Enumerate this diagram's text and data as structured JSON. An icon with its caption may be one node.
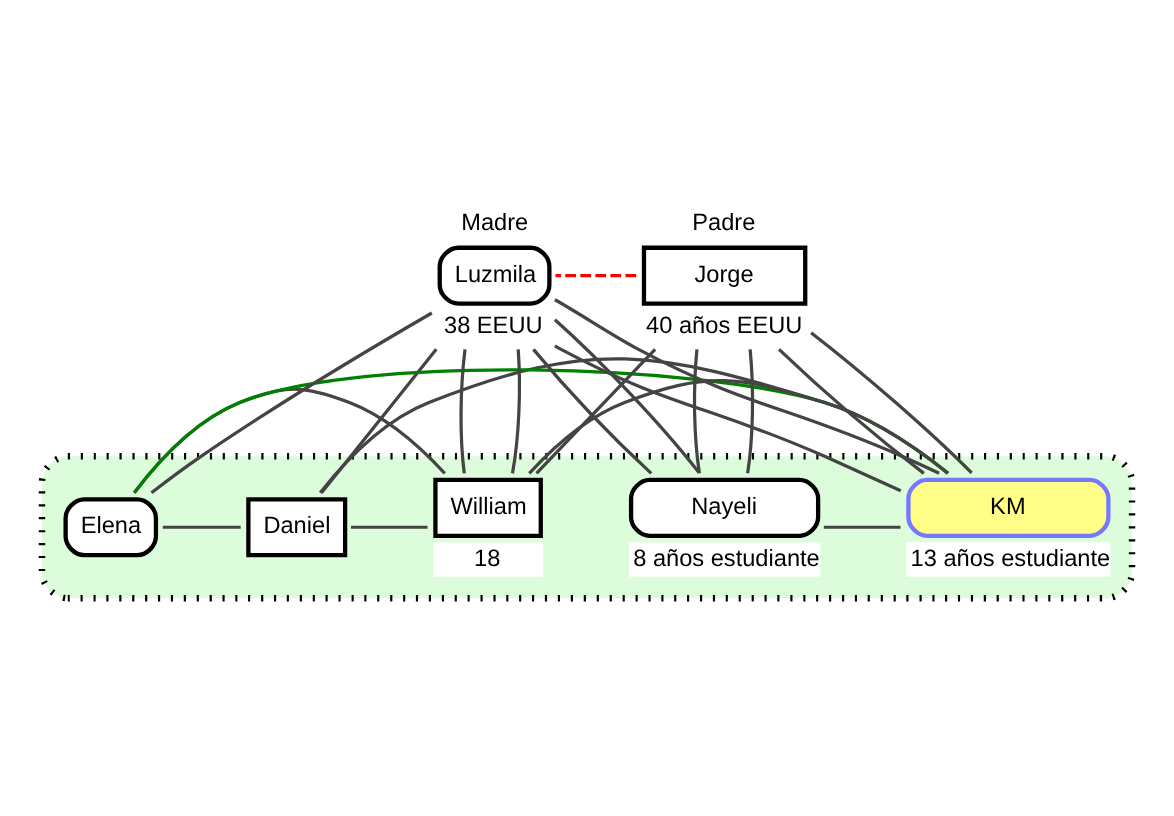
{
  "diagram": {
    "nodes": [
      {
        "text": [],
        "shape": "cloud"
      },
      {
        "text": [
          "Daniel"
        ],
        "in": 0
      },
      {
        "text": [
          "Elena"
        ],
        "in": 0
      },
      {
        "text": [
          "Padre",
          "Jorge"
        ],
        "beside": [
          "40 años EEUU"
        ]
      },
      {
        "text": [
          "Madre",
          "Luzmila"
        ],
        "beside": [
          "38 EEUU"
        ]
      },
      {
        "text": [
          "William"
        ],
        "beside": [
          "18"
        ],
        "in": 0
      },
      {
        "text": [
          "KM"
        ],
        "beside": [
          "13 años estudiante"
        ],
        "in": 0
      },
      {
        "text": [
          "Nayeli"
        ],
        "beside": [
          "8 años estudiante"
        ],
        "in": 0
      }
    ],
    "edges": [
      {
        "from": 1,
        "to": 2,
        "arrow": "none"
      },
      {
        "from": 1,
        "to": 4,
        "arrow": "none"
      },
      {
        "from": 2,
        "to": 4,
        "arrow": "none"
      },
      {
        "from": 3,
        "to": 4,
        "arrow": "none",
        "style": "dashed",
        "color": "#ff0000"
      },
      {
        "from": 3,
        "to": 5,
        "arrow": "none"
      },
      {
        "from": 3,
        "to": 6,
        "arrow": "none"
      },
      {
        "from": 3,
        "to": 7,
        "arrow": "none"
      },
      {
        "from": 4,
        "to": 5,
        "arrow": "none"
      },
      {
        "from": 4,
        "to": 6,
        "arrow": "none"
      },
      {
        "from": 4,
        "to": 7,
        "arrow": "none"
      },
      {
        "from": 1,
        "to": 5,
        "arrow": "none"
      },
      {
        "from": 1,
        "to": 6,
        "arrow": "none"
      },
      {
        "from": 2,
        "to": 5,
        "arrow": "none"
      },
      {
        "from": 2,
        "to": 6,
        "arrow": "none",
        "color": "#008000"
      },
      {
        "from": 3,
        "to": 6,
        "arrow": "none"
      },
      {
        "from": 3,
        "to": 7,
        "arrow": "none"
      },
      {
        "from": 4,
        "to": 5,
        "arrow": "none"
      },
      {
        "from": 4,
        "to": 6,
        "arrow": "none"
      },
      {
        "from": 4,
        "to": 7,
        "arrow": "none"
      },
      {
        "from": 5,
        "to": 6,
        "arrow": "none"
      },
      {
        "from": 6,
        "to": 7,
        "arrow": "none"
      }
    ]
  }
}
